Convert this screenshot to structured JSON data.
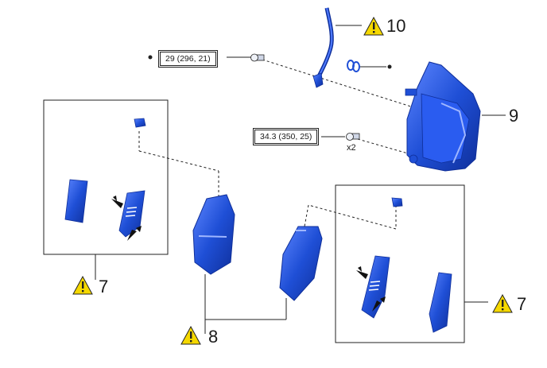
{
  "callouts": {
    "caliper_hose": "10",
    "caliper": "9",
    "shims_left": "7",
    "shims_right": "7",
    "pads": "8"
  },
  "torque": {
    "hose_bolt": "29 (296, 21)",
    "caliper_bolt": "34.3 (350, 25)"
  },
  "quantities": {
    "caliper_bolt_qty": "x2"
  },
  "icons": {
    "warning": "warning-triangle-icon",
    "non_reusable": "non-reusable-part-dot"
  },
  "colors": {
    "part_blue": "#1f4fd6",
    "part_dark": "#0f2f9a",
    "warning_yellow": "#f5d800",
    "line": "#222222"
  }
}
